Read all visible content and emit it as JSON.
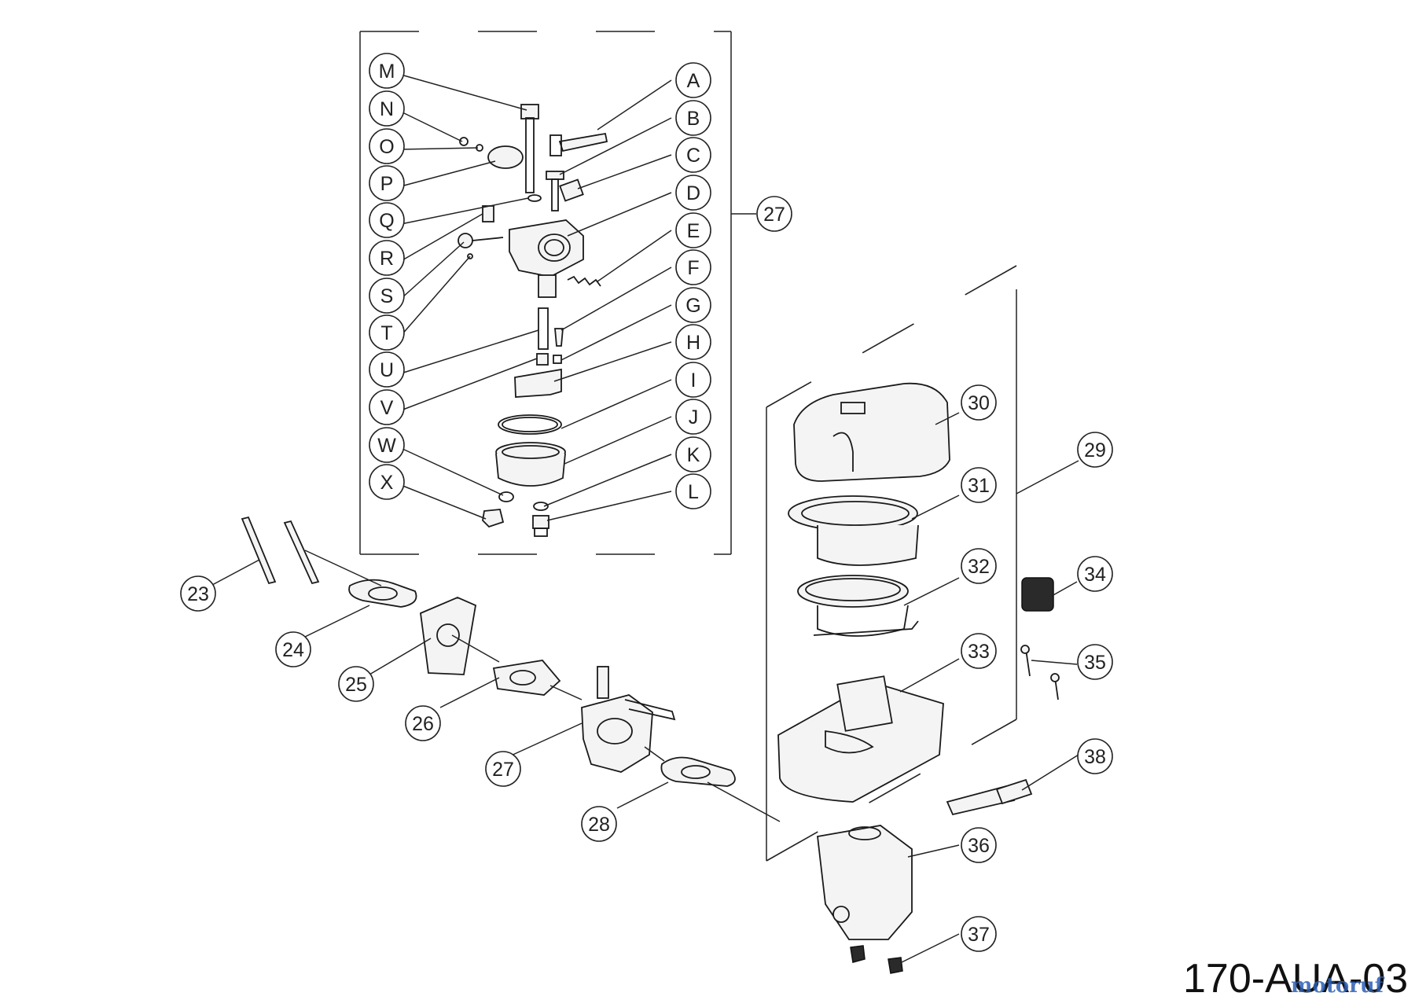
{
  "diagram_code": "170-AUA-03",
  "watermark": "motoruf",
  "colors": {
    "line": "#1a1a1a",
    "watermark_blue": "#2d5fb4",
    "watermark_orange": "#e07a1a"
  },
  "letter_callouts": [
    "A",
    "B",
    "C",
    "D",
    "E",
    "F",
    "G",
    "H",
    "I",
    "J",
    "K",
    "L",
    "M",
    "N",
    "O",
    "P",
    "Q",
    "R",
    "S",
    "T",
    "U",
    "V",
    "W",
    "X"
  ],
  "number_callouts": [
    "23",
    "24",
    "25",
    "26",
    "27",
    "27",
    "28",
    "29",
    "30",
    "31",
    "32",
    "33",
    "34",
    "35",
    "36",
    "37",
    "38"
  ]
}
